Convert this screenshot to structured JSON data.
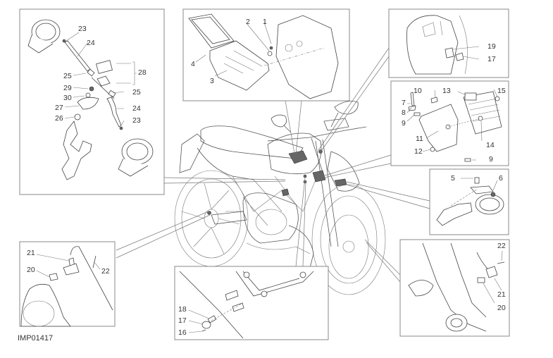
{
  "title": "Electrical devices exploded view",
  "caption": "IMP01417",
  "panels": {
    "top_left": {
      "labels": [
        "23",
        "24",
        "25",
        "29",
        "30",
        "27",
        "26",
        "28",
        "25",
        "24",
        "23"
      ]
    },
    "top_middle": {
      "labels": [
        "2",
        "1",
        "4",
        "3"
      ]
    },
    "top_right": {
      "labels": [
        "19",
        "17"
      ]
    },
    "mid_right": {
      "labels": [
        "10",
        "13",
        "15",
        "7",
        "8",
        "9",
        "11",
        "14",
        "12",
        "9"
      ]
    },
    "horn": {
      "labels": [
        "5",
        "6"
      ]
    },
    "bottom_right": {
      "labels": [
        "22",
        "21",
        "20"
      ]
    },
    "bottom_middle": {
      "labels": [
        "18",
        "17",
        "16"
      ]
    },
    "bottom_left": {
      "labels": [
        "21",
        "20",
        "22"
      ]
    }
  }
}
